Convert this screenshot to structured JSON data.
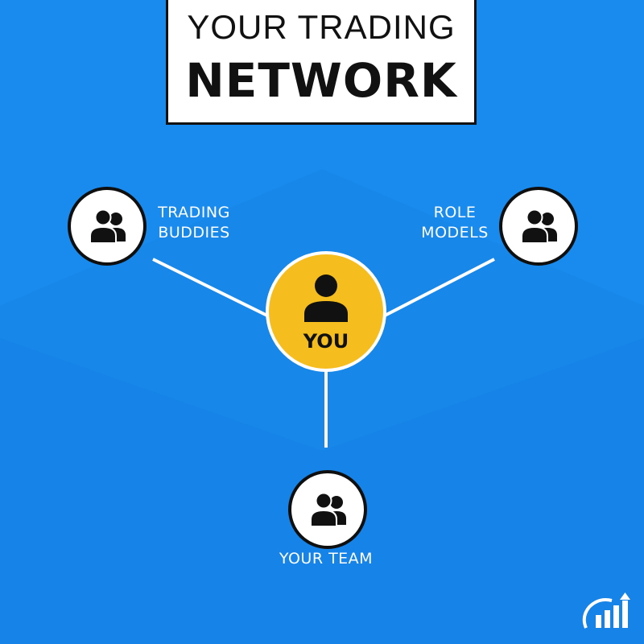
{
  "title": {
    "line1": "YOUR TRADING",
    "line2": "NETWORK"
  },
  "center": {
    "label": "YOU",
    "icon": "person-icon",
    "fill_color": "#f6bd1f"
  },
  "nodes": [
    {
      "id": "trading-buddies",
      "label_line1": "TRADING",
      "label_line2": "BUDDIES",
      "icon": "group-icon"
    },
    {
      "id": "role-models",
      "label_line1": "ROLE",
      "label_line2": "MODELS",
      "icon": "group-icon"
    },
    {
      "id": "your-team",
      "label_line1": "YOUR TEAM",
      "label_line2": "",
      "icon": "group-icon"
    }
  ],
  "logo": {
    "icon": "rising-bars-logo-icon"
  },
  "colors": {
    "background": "#1787ea",
    "connector": "#ffffff",
    "node_fill": "#ffffff",
    "node_border": "#0f0f0f",
    "text_dark": "#111111"
  }
}
